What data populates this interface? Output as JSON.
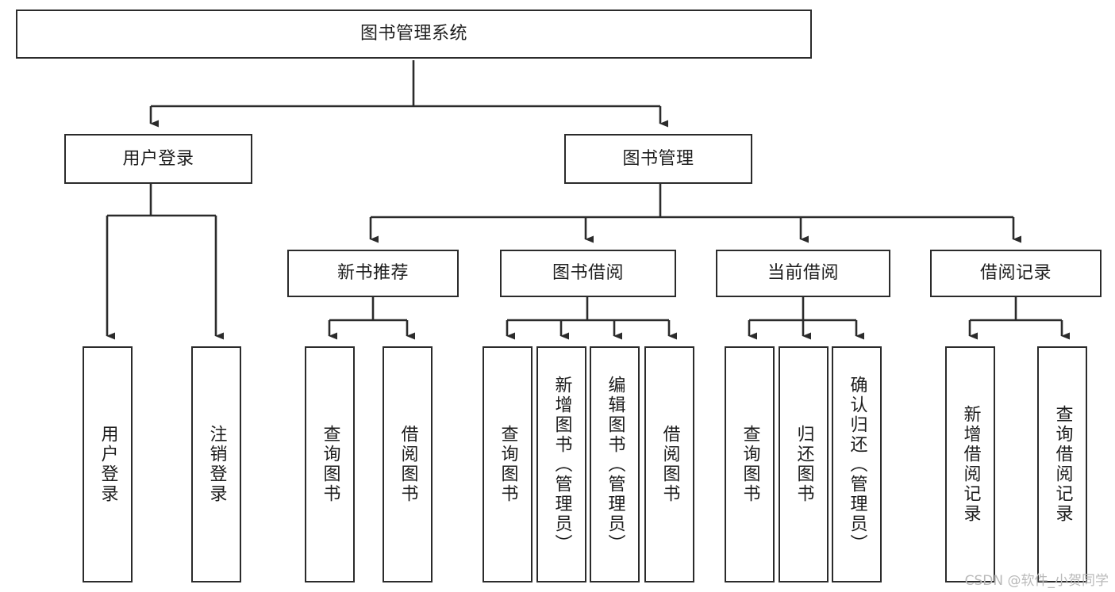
{
  "title": "图书管理系统",
  "diagram": {
    "type": "tree-hierarchy-chart",
    "orientation": "top-down",
    "line_color": "#2b2b2b",
    "box_fill": "#ffffff",
    "text_color": "#1d1d1d"
  },
  "nodes": {
    "root": {
      "label": "图书管理系统"
    },
    "level2": [
      {
        "label": "用户登录"
      },
      {
        "label": "图书管理"
      }
    ],
    "level3": [
      {
        "label": "新书推荐"
      },
      {
        "label": "图书借阅"
      },
      {
        "label": "当前借阅"
      },
      {
        "label": "借阅记录"
      }
    ],
    "leaves": {
      "user_login": [
        {
          "label": "用户登录"
        },
        {
          "label": "注销登录"
        }
      ],
      "new_book_recommend": [
        {
          "label": "查询图书"
        },
        {
          "label": "借阅图书"
        }
      ],
      "book_borrow": [
        {
          "label": "查询图书"
        },
        {
          "label": "新增图书（管理员）"
        },
        {
          "label": "编辑图书（管理员）"
        },
        {
          "label": "借阅图书"
        }
      ],
      "current_borrow": [
        {
          "label": "查询图书"
        },
        {
          "label": "归还图书"
        },
        {
          "label": "确认归还（管理员）"
        }
      ],
      "borrow_record": [
        {
          "label": "新增借阅记录"
        },
        {
          "label": "查询借阅记录"
        }
      ]
    }
  },
  "watermark": {
    "text": "CSDN @软件_小贺同学"
  }
}
